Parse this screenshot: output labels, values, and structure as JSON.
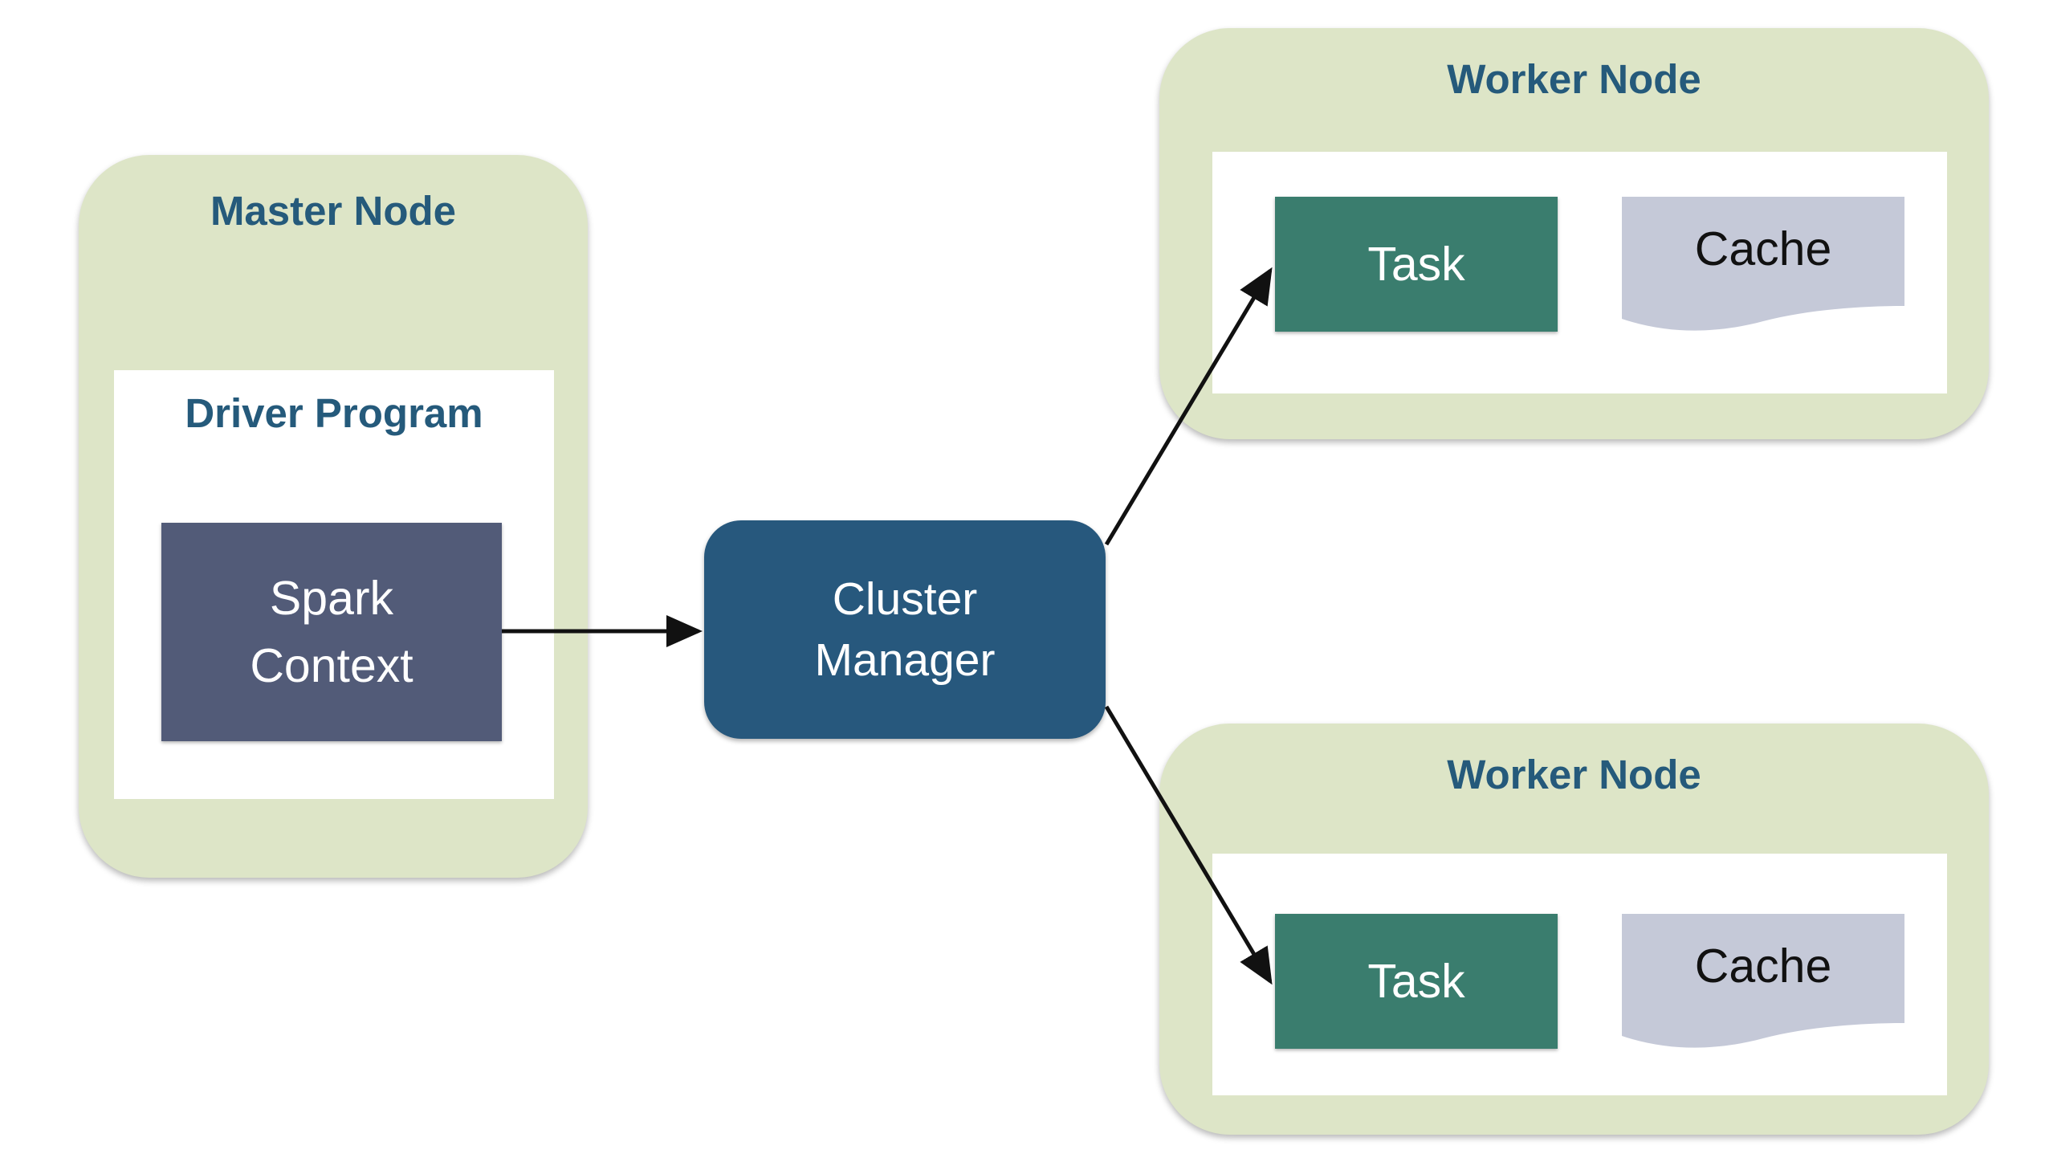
{
  "master": {
    "title": "Master Node",
    "driver": {
      "title": "Driver Program",
      "context_line1": "Spark",
      "context_line2": "Context"
    }
  },
  "cluster_manager": {
    "line1": "Cluster",
    "line2": "Manager"
  },
  "workers": [
    {
      "title": "Worker Node",
      "task": "Task",
      "cache": "Cache"
    },
    {
      "title": "Worker Node",
      "task": "Task",
      "cache": "Cache"
    }
  ],
  "colors": {
    "node_fill": "#dde5c7",
    "title_text": "#255a7b",
    "spark_context": "#525b78",
    "cluster_manager": "#27587d",
    "task": "#3a7d6e",
    "cache": "#c5c9d8",
    "arrow": "#111111"
  }
}
